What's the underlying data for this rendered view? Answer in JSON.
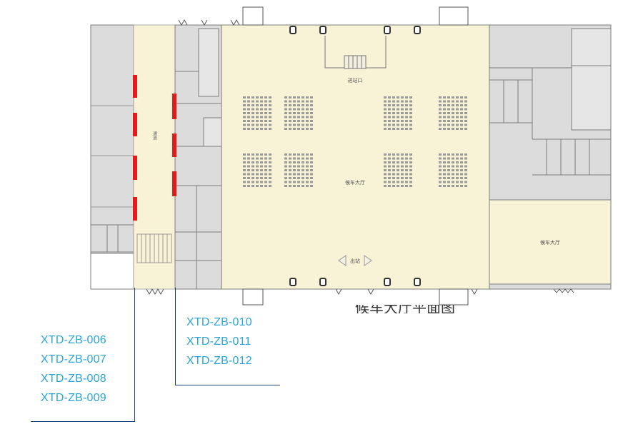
{
  "floor_plan": {
    "room_labels": {
      "hall_center": "候车大厅",
      "hall_right": "候车大厅",
      "entrance_top": "进站口",
      "exit_bottom": "出站",
      "corridor": "通道"
    },
    "partial_text": "候车大厅平面图"
  },
  "callouts": {
    "left_group": [
      "XTD-ZB-006",
      "XTD-ZB-007",
      "XTD-ZB-008",
      "XTD-ZB-009"
    ],
    "right_group": [
      "XTD-ZB-010",
      "XTD-ZB-011",
      "XTD-ZB-012"
    ]
  },
  "colors": {
    "hall_fill": "#f8f3d6",
    "room_fill": "#dcdcdc",
    "wall_stroke": "#7d7d7d",
    "marker_red": "#e31b1b",
    "label_blue": "#2aa4d8",
    "leader_navy": "#1f3f7a"
  }
}
